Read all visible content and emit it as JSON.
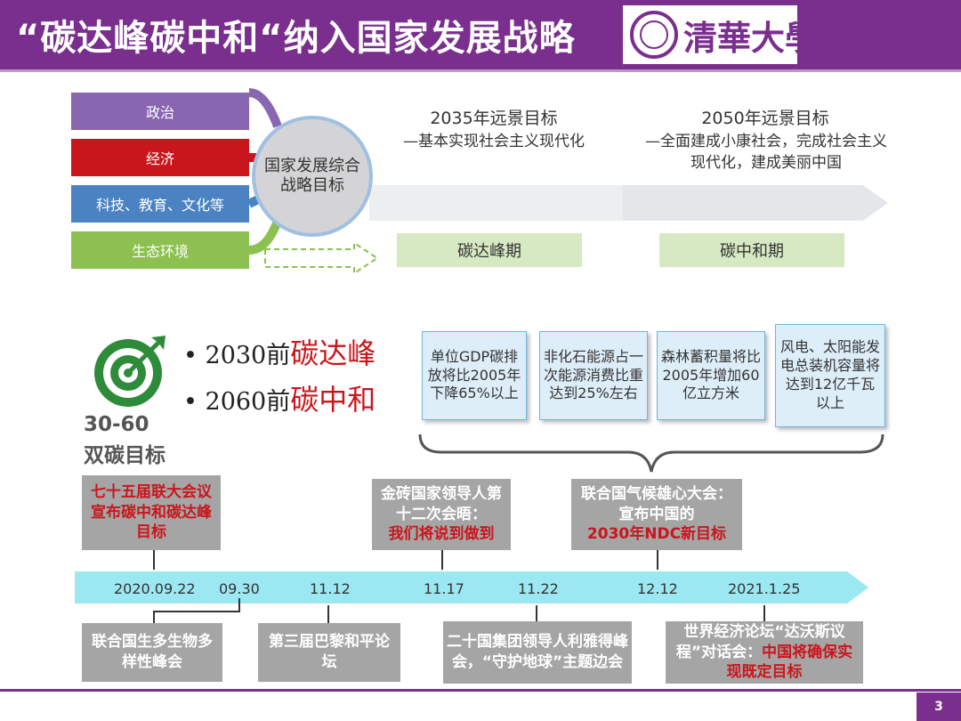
{
  "header": {
    "title": "“碳达峰碳中和“纳入国家发展战略",
    "logo_text": "清華大學"
  },
  "strategy": {
    "categories": [
      "政治",
      "经济",
      "科技、教育、文化等",
      "生态环境"
    ],
    "center": "国家发展综合战略目标",
    "goal_2035_title": "2035年远景目标",
    "goal_2035_sub": "—基本实现社会主义现代化",
    "goal_2050_title": "2050年远景目标",
    "goal_2050_sub": "—全面建成小康社会，完成社会主义现代化，建成美丽中国",
    "period_peak": "碳达峰期",
    "period_neutral": "碳中和期"
  },
  "targets": {
    "label_line1": "30-60",
    "label_line2": "双碳目标",
    "bullet1_prefix": "2030前",
    "bullet1_emph": "碳达峰",
    "bullet2_prefix": "2060前",
    "bullet2_emph": "碳中和",
    "boxes": [
      "单位GDP碳排放将比2005年下降65%以上",
      "非化石能源占一次能源消费比重达到25%左右",
      "森林蓄积量将比2005年增加60亿立方米",
      "风电、太阳能发电总装机容量将达到12亿千瓦以上"
    ]
  },
  "timeline": {
    "dates": [
      "2020.09.22",
      "09.30",
      "11.12",
      "11.17",
      "11.22",
      "12.12",
      "2021.1.25"
    ],
    "top_events": [
      {
        "text": "七十五届联大会议宣布碳中和碳达峰目标",
        "emph": ""
      },
      {
        "text": "金砖国家领导人第十二次会晤：",
        "emph": "我们将说到做到"
      },
      {
        "text": "联合国气候雄心大会：宣布中国的",
        "emph": "2030年NDC新目标"
      }
    ],
    "bottom_events": [
      {
        "text": "联合国生多生物多样性峰会",
        "emph": ""
      },
      {
        "text": "第三届巴黎和平论坛",
        "emph": ""
      },
      {
        "text": "二十国集团领导人利雅得峰会，“守护地球”主题边会",
        "emph": ""
      },
      {
        "text": "世界经济论坛“达沃斯议程”对话会：",
        "emph": "中国将确保实现既定目标"
      }
    ]
  },
  "footer": {
    "page": "3"
  },
  "colors": {
    "brand_purple": "#7a2f8e",
    "emphasis_red": "#c9161c",
    "target_green": "#2e8b3a",
    "timeline_cyan": "#9be7f2"
  },
  "icons": [
    "target-icon",
    "arrow-right-icon",
    "brace-icon"
  ]
}
